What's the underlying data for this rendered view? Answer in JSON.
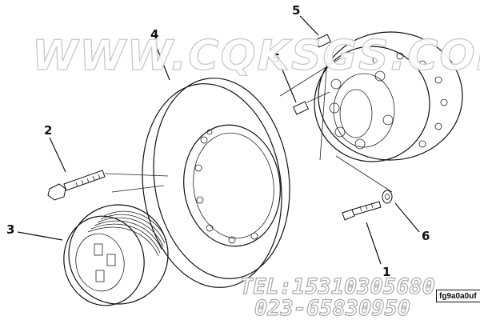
{
  "watermark": "WWW.CQKSGS.COM",
  "contact": {
    "tel": "TEL:15310305680",
    "phone2": "023-65830950"
  },
  "figure_code": "fg9a0a0uf",
  "callouts": {
    "c1": "1",
    "c2": "2",
    "c3": "3",
    "c4": "4",
    "c5a": "5",
    "c5b": "5",
    "c6": "6"
  }
}
